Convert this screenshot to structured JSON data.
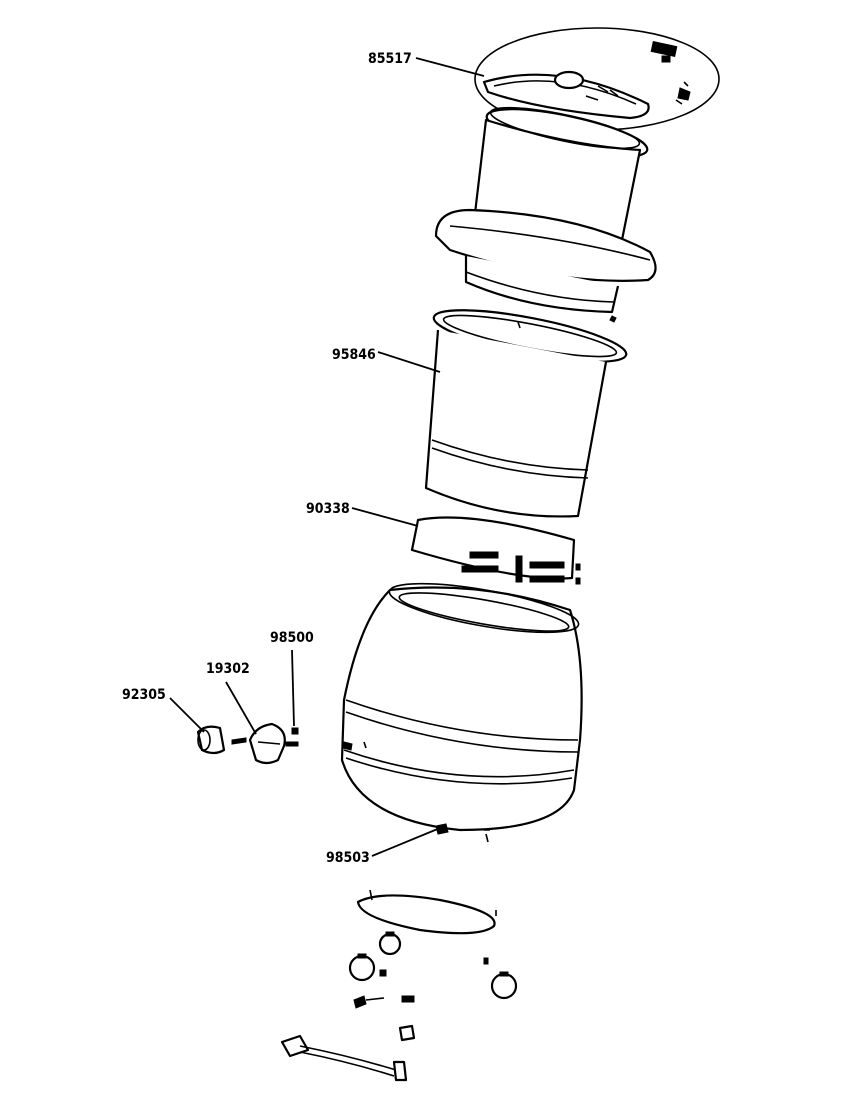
{
  "callouts": [
    {
      "id": "lid",
      "label": "85517"
    },
    {
      "id": "inner-pot",
      "label": "95846"
    },
    {
      "id": "heater-band",
      "label": "90338"
    },
    {
      "id": "switch-cap",
      "label": "92305"
    },
    {
      "id": "switch",
      "label": "19302"
    },
    {
      "id": "switch-screw",
      "label": "98500"
    },
    {
      "id": "base-screw",
      "label": "98503"
    }
  ]
}
